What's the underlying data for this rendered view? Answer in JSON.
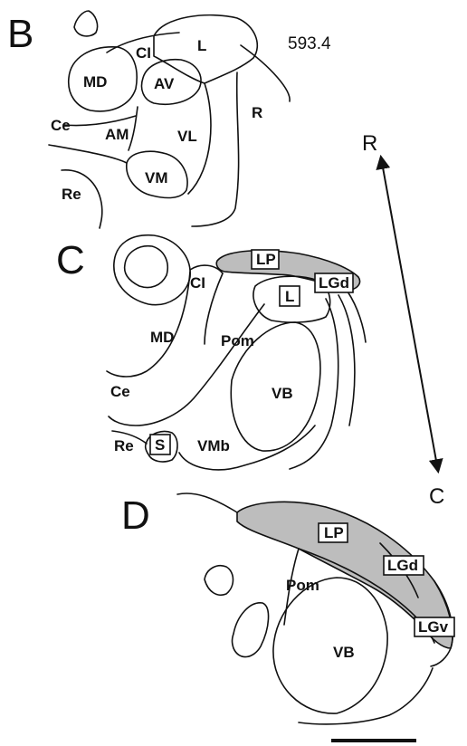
{
  "panels": {
    "B": {
      "letter": "B",
      "section_number": "593.4",
      "labels": [
        "CI",
        "L",
        "MD",
        "AV",
        "Ce",
        "AM",
        "VL",
        "R",
        "VM",
        "Re"
      ]
    },
    "C": {
      "letter": "C",
      "labels": [
        "CI",
        "MD",
        "Pom",
        "Ce",
        "VB",
        "Re",
        "VMb"
      ],
      "boxed_labels": [
        "LP",
        "L",
        "LGd",
        "S"
      ]
    },
    "D": {
      "letter": "D",
      "labels": [
        "Pom",
        "VB"
      ],
      "boxed_labels": [
        "LP",
        "LGd",
        "LGv"
      ]
    }
  },
  "orientation": {
    "rostral": "R",
    "caudal": "C"
  },
  "colors": {
    "shaded_region": "#bdbdbd",
    "outline": "#111111"
  }
}
